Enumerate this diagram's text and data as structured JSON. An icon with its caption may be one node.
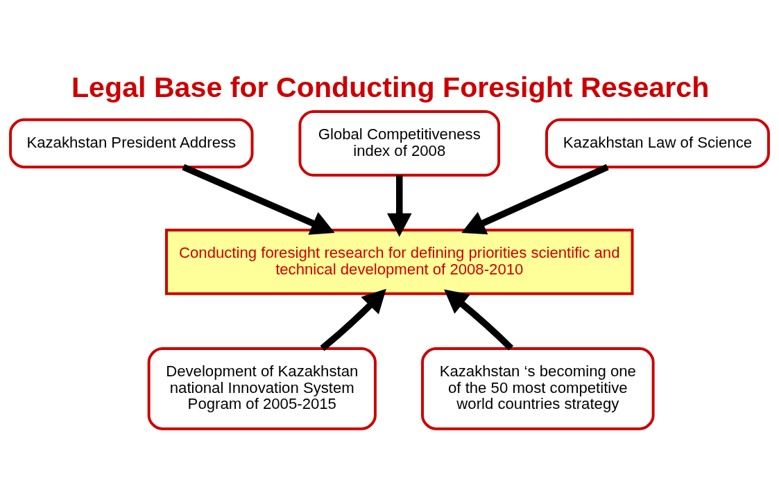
{
  "diagram": {
    "title": "Legal Base for Conducting Foresight Research",
    "nodes": [
      {
        "text": [
          "Kazakhstan President Address"
        ]
      },
      {
        "text": [
          "Global Competitiveness index of 2008"
        ]
      },
      {
        "text": [
          "Kazakhstan Law of Science"
        ]
      },
      {
        "text": [
          "Conducting foresight research for defining priorities scientific and technical development of 2008-2010"
        ]
      },
      {
        "text": [
          "Development of Kazakhstan national Innovation System Pogram of 2005-2015"
        ]
      },
      {
        "text": [
          "Kazakhstan ‘s becoming one of the 50 most competitive world countries strategy"
        ]
      }
    ],
    "edges": [
      {
        "from": 0,
        "to": 3,
        "arrow": "to"
      },
      {
        "from": 1,
        "to": 3,
        "arrow": "to"
      },
      {
        "from": 2,
        "to": 3,
        "arrow": "to"
      },
      {
        "from": 4,
        "to": 3,
        "arrow": "to"
      },
      {
        "from": 5,
        "to": 3,
        "arrow": "to"
      }
    ]
  }
}
